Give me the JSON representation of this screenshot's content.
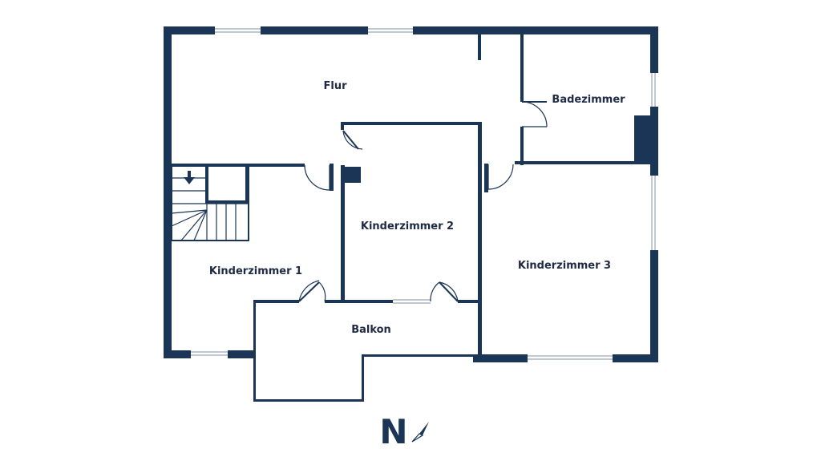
{
  "colors": {
    "wall": "#1a3556",
    "thin_line": "#1a3556",
    "window": "#9aa8b8",
    "label": "#1f2a44"
  },
  "rooms": {
    "flur": "Flur",
    "badezimmer": "Badezimmer",
    "kinderzimmer_1": "Kinderzimmer 1",
    "kinderzimmer_2": "Kinderzimmer 2",
    "kinderzimmer_3": "Kinderzimmer 3",
    "balkon": "Balkon"
  },
  "compass": {
    "letter": "N",
    "icon": "compass-needle-icon"
  }
}
